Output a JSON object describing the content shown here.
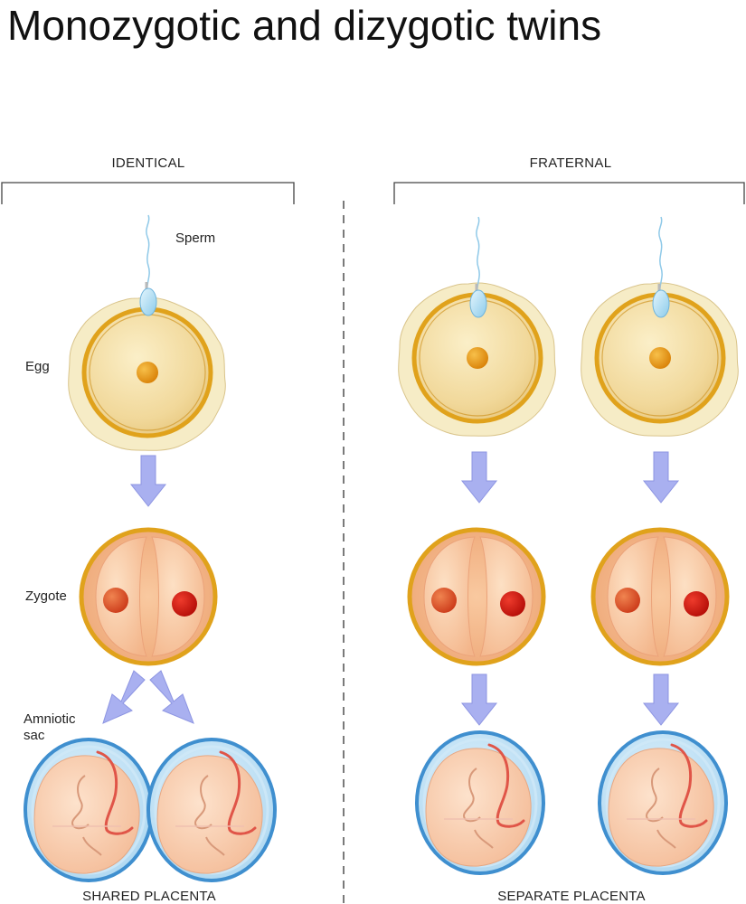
{
  "title": "Monozygotic and dizygotic twins",
  "sections": {
    "identical": {
      "heading": "IDENTICAL",
      "footer": "SHARED PLACENTA"
    },
    "fraternal": {
      "heading": "FRATERNAL",
      "footer": "SEPARATE PLACENTA"
    }
  },
  "labels": {
    "sperm": "Sperm",
    "egg": "Egg",
    "zygote": "Zygote",
    "amniotic_line1": "Amniotic",
    "amniotic_line2": "sac"
  },
  "colors": {
    "egg_fill": "#f3dca0",
    "egg_ring": "#e0a21c",
    "halo": "#f6ecc6",
    "nucleus": "#e7940e",
    "zygote_fill": "#f6c49a",
    "zygote_nucleus_left": "#e5562a",
    "zygote_nucleus_right": "#d11a10",
    "arrow": "#a9b0f0",
    "sac_ring": "#3f8fcf",
    "sac_fill": "#bfe3f7",
    "embryo": "#f8c9a8",
    "cord": "#e05548",
    "sperm": "#a8d8f0"
  }
}
